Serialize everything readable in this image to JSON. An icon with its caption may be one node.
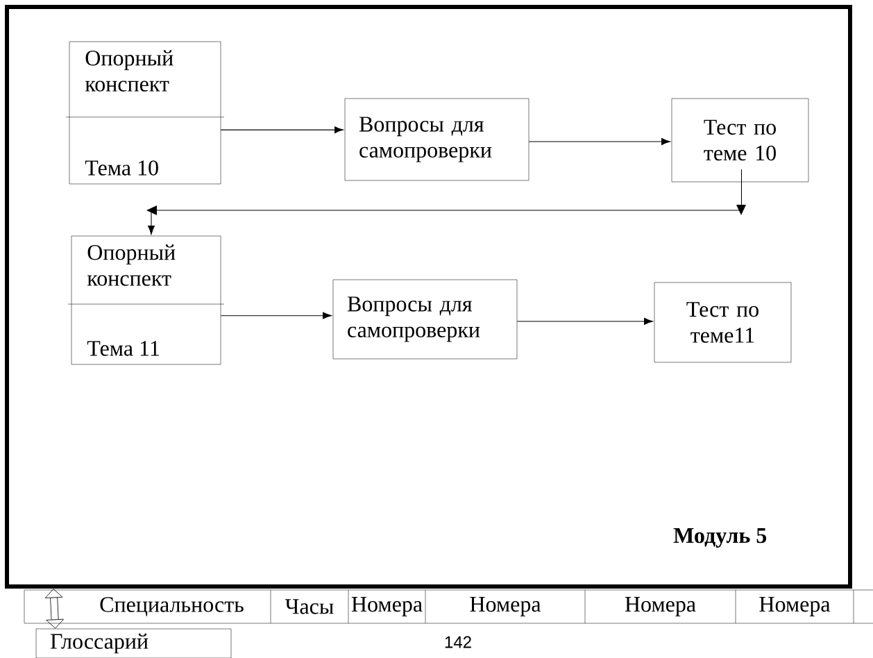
{
  "diagram": {
    "nodes": [
      {
        "text": [
          "Модуль 5"
        ]
      },
      {
        "text": [
          "Опорный конспект",
          "Тема 10"
        ],
        "in": 0
      },
      {
        "text": [
          "Вопросы для самопроверки"
        ],
        "in": 0
      },
      {
        "text": [
          "Тест по теме 10"
        ],
        "in": 0
      },
      {
        "text": [
          "Опорный конспект",
          "Тема 11"
        ],
        "in": 0
      },
      {
        "text": [
          "Вопросы для самопроверки"
        ],
        "in": 0
      },
      {
        "text": [
          "Тест по теме11"
        ],
        "in": 0
      },
      {
        "text": [
          "Глоссарий"
        ]
      }
    ],
    "edges": [
      {
        "from": 1,
        "to": 2,
        "arrow": "to"
      },
      {
        "from": 2,
        "to": 3,
        "arrow": "to"
      },
      {
        "from": 3,
        "to": 4,
        "arrow": "to"
      },
      {
        "from": 4,
        "to": 5,
        "arrow": "to"
      },
      {
        "from": 5,
        "to": 6,
        "arrow": "to"
      },
      {
        "from": 7,
        "to": 0,
        "arrow": "both",
        "style": "thick"
      }
    ],
    "labels": [
      "Специальность",
      "Часы",
      "Номера",
      "Номера",
      "Номера",
      "Номера",
      "142"
    ]
  }
}
